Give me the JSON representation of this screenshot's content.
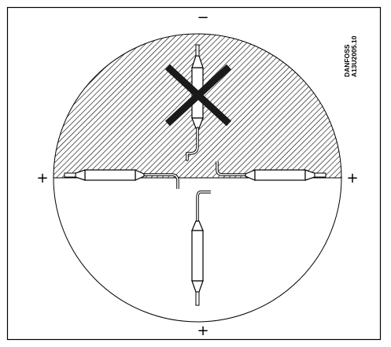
{
  "orientation_signs": {
    "top": "−",
    "left": "+",
    "right": "+",
    "bottom": "+"
  },
  "drawing_code": {
    "line1": "DANFOSS",
    "line2": "A13U2005.10"
  },
  "mount_positions": [
    {
      "position": "top",
      "allowed": false,
      "marker": "x-mark"
    },
    {
      "position": "left",
      "allowed": true
    },
    {
      "position": "right",
      "allowed": true
    },
    {
      "position": "bottom",
      "allowed": true
    }
  ],
  "colors": {
    "line": "#000000",
    "hatch": "#000000",
    "cross": "#1a1a1a",
    "background": "#ffffff"
  }
}
